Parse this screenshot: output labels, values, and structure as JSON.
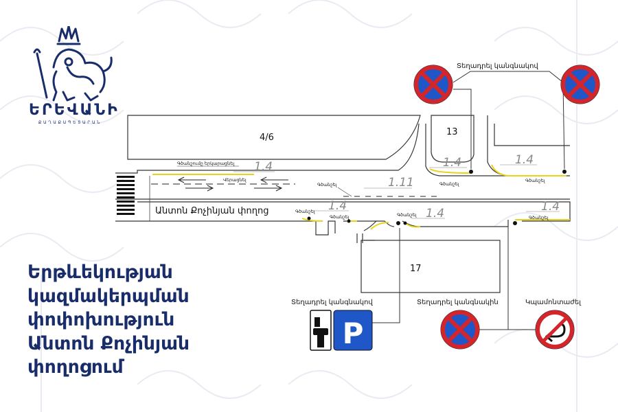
{
  "logo": {
    "name": "ԵՐԵՎԱՆԻ",
    "subtitle": "ՔԱՂԱՔԱՊԵՏԱՐԱՆ"
  },
  "headline": {
    "lines": [
      "Երթևեկության",
      "կազմակերպման",
      "փոփոխություն",
      "Անտոն Քոչինյան",
      "փողոցում"
    ]
  },
  "diagram": {
    "street_name": "Անտոն Քոչինյան փողոց",
    "building_labels": {
      "b1": "4/6",
      "b2": "13",
      "b3": "17"
    },
    "sign_labels": {
      "top_signs": "Տեղադրել կանգնակով",
      "parking_sign": "Տեղադրել կանգնակով",
      "bottom_no_stopping": "Տեղադրել կանգնակին",
      "no_u_turn": "Կպամոնտաժել"
    },
    "small_labels": {
      "paint_upper": "Գծանշումը երկարացնել",
      "remove": "Վերացնել",
      "paint_center": "Գծանշել",
      "paint_a": "Գծանշել",
      "paint_b": "Գծանշել",
      "paint_c": "Գծանշել",
      "paint_d": "Գծանշել",
      "paint_e": "Գծանշել",
      "paint_f": "Գծանշել"
    },
    "marking_codes": {
      "m1": "1.4",
      "m2": "1.11",
      "m3": "1.4",
      "m4": "1.4",
      "m5": "1.4",
      "m6": "1.4",
      "m7": "1.4"
    },
    "parking_symbol": "P",
    "colors": {
      "brand": "#1a2d6b",
      "sign_red": "#d2262c",
      "sign_blue": "#1f57c8",
      "line_yellow": "#e8d21c"
    }
  }
}
